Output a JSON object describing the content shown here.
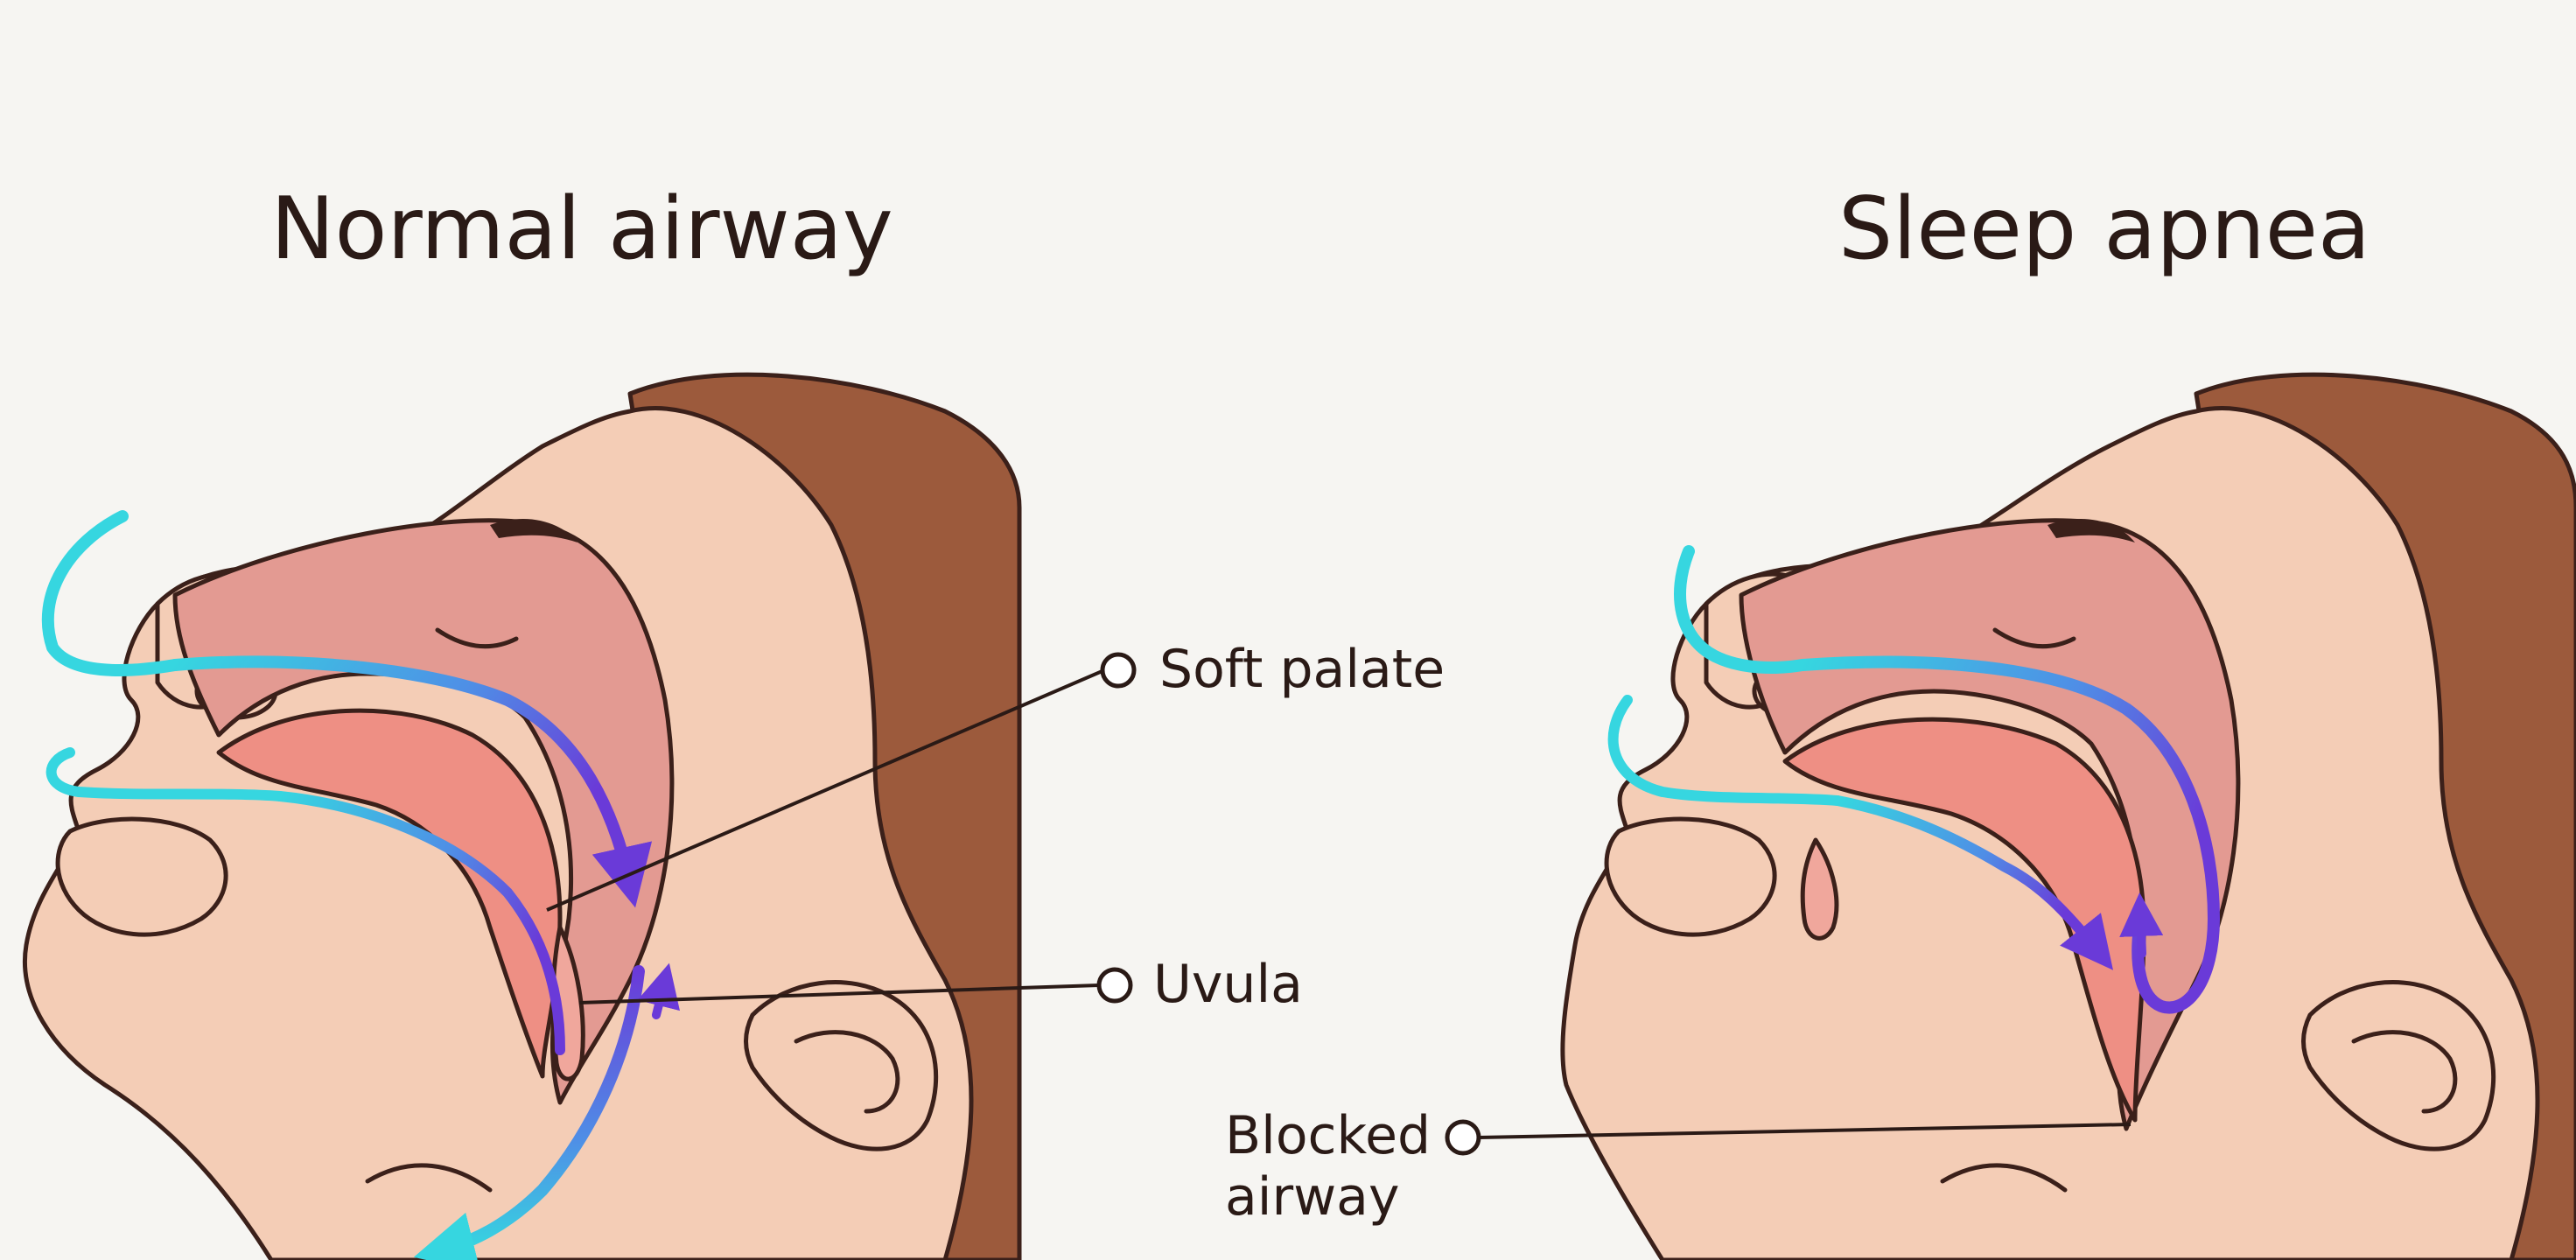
{
  "titles": {
    "left": "Normal airway",
    "right": "Sleep apnea"
  },
  "labels": {
    "soft_palate": "Soft palate",
    "uvula": "Uvula",
    "blocked_airway_line1": "Blocked",
    "blocked_airway_line2": "airway"
  },
  "colors": {
    "background": "#f6f5f2",
    "skin": "#f4cdb6",
    "skin_shadow": "#e7ae98",
    "hair": "#9c5a3c",
    "mouth_inner": "#e39a92",
    "tongue": "#ee8f84",
    "airflow_in": "#36d6e0",
    "airflow_deep": "#6a3ad8",
    "outline": "#3b201a"
  },
  "icons": [
    "head-profile-illustration",
    "airflow-arrow-icon",
    "callout-circle-icon"
  ]
}
